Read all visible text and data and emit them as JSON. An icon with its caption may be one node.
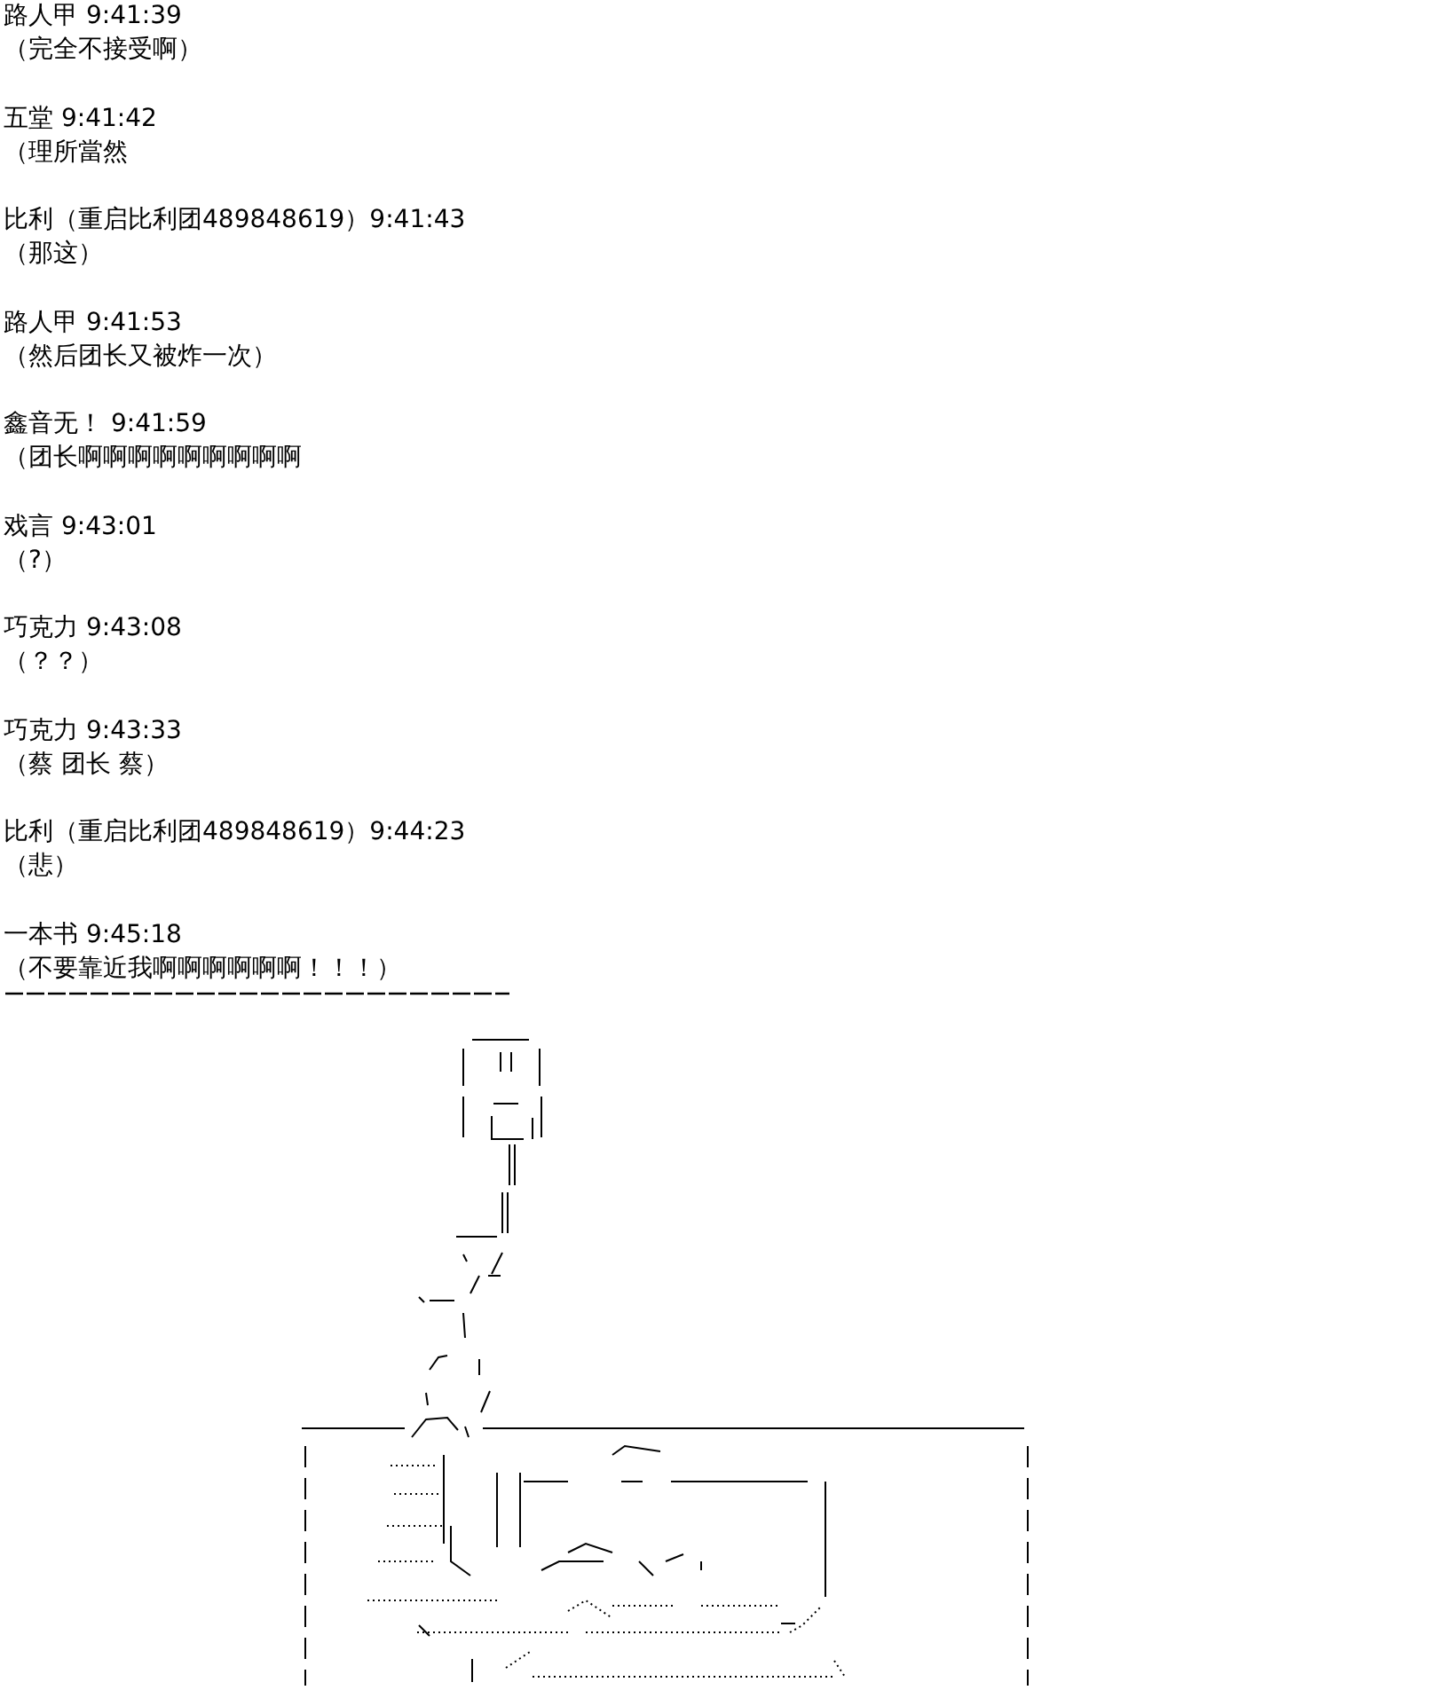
{
  "diagram": {
    "labels": [
      "路人甲 9:41:39",
      "（完全不接受啊）",
      "五堂 9:41:42",
      "（理所當然",
      "比利（重启比利团489848619）9:41:43",
      "（那这）",
      "路人甲 9:41:53",
      "（然后团长又被炸一次）",
      "鑫音无！ 9:41:59",
      "（团长啊啊啊啊啊啊啊啊啊",
      "戏言 9:43:01",
      "（?）",
      "巧克力 9:43:08",
      "（？？）",
      "巧克力 9:43:33",
      "（蔡 团长 蔡）",
      "比利（重启比利团489848619）9:44:23",
      "（悲）",
      "一本书 9:45:18",
      "（不要靠近我啊啊啊啊啊啊！！！）"
    ]
  }
}
